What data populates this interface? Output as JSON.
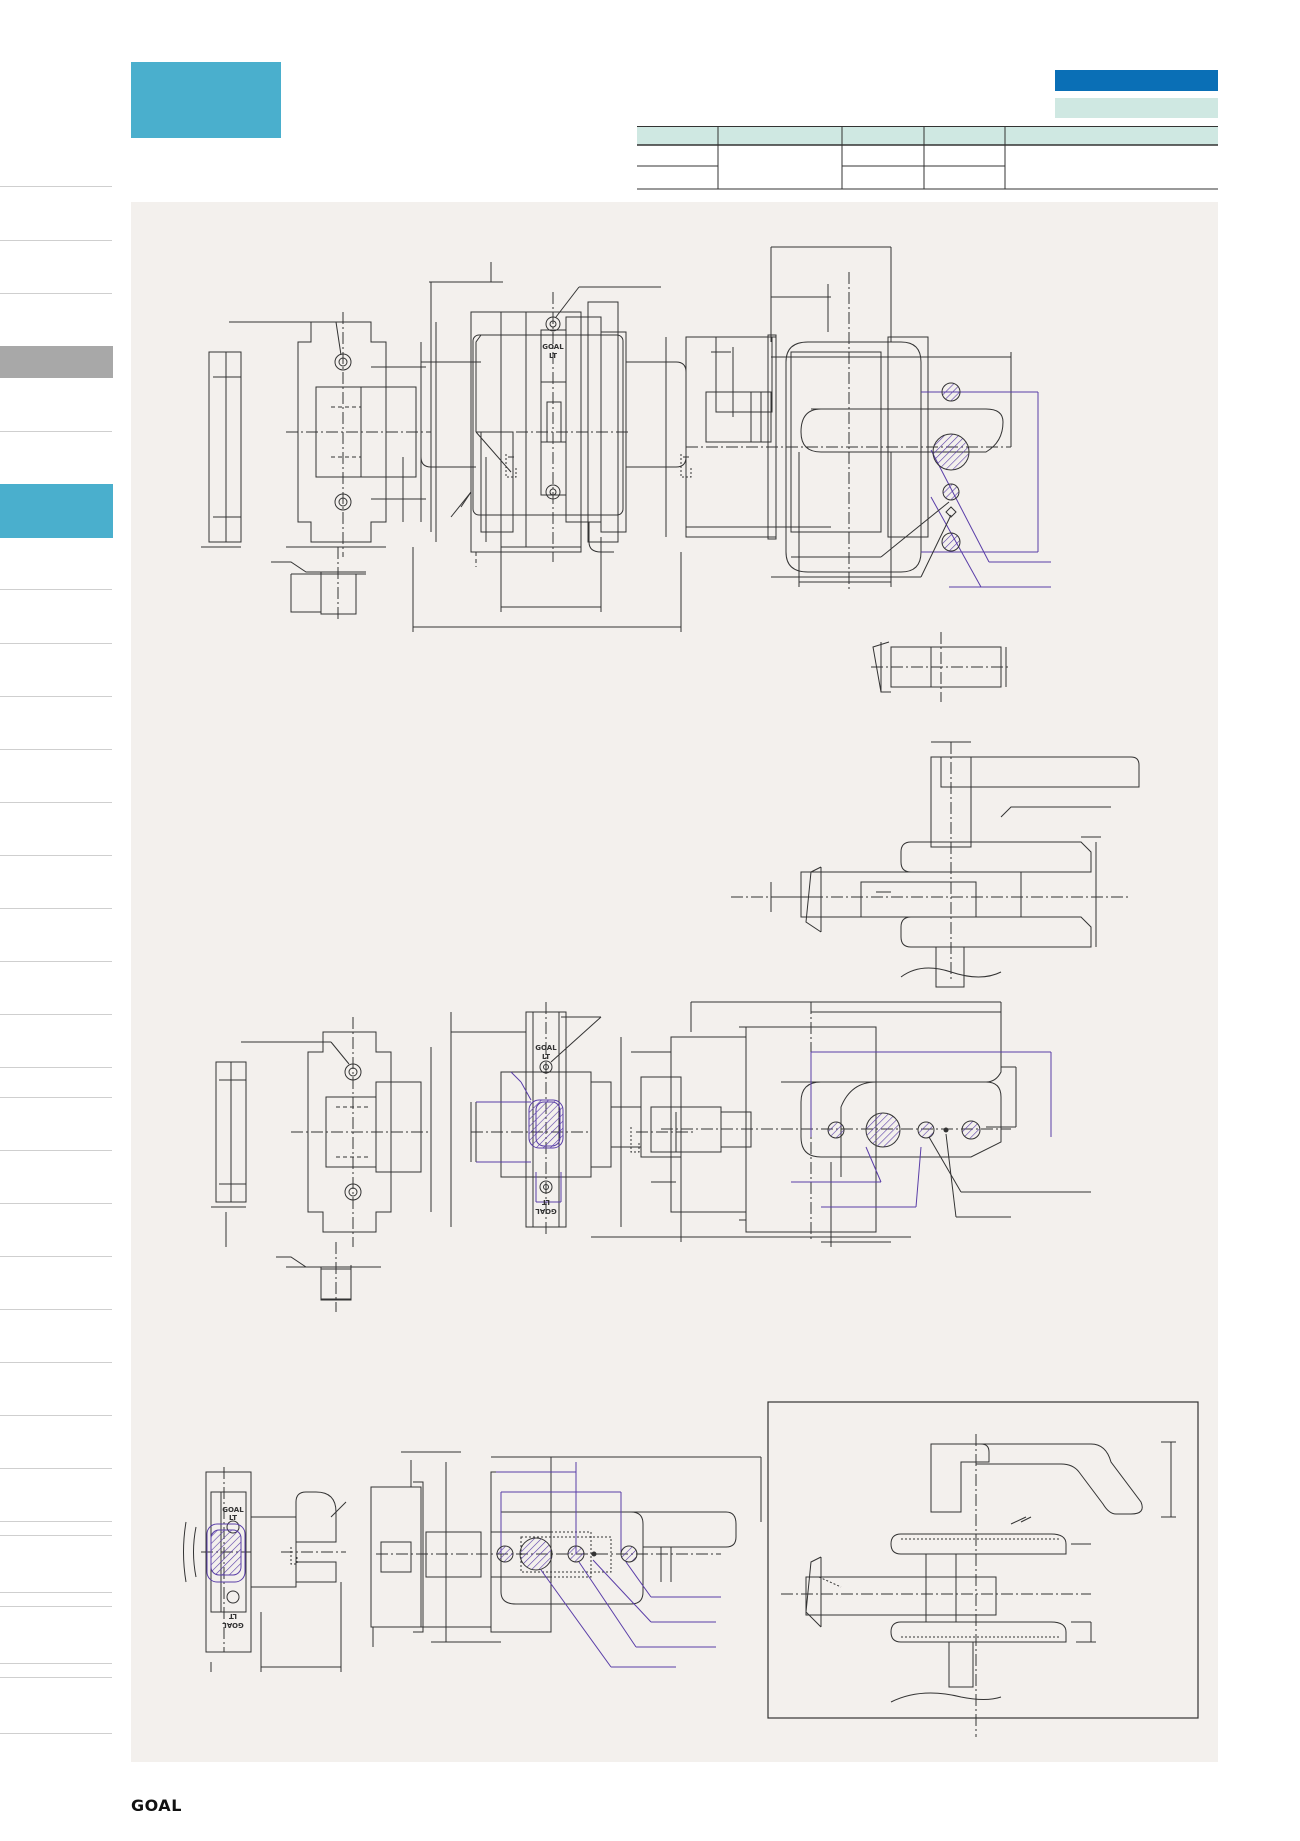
{
  "brand": {
    "logo_text": "GOAL"
  },
  "drawings": {
    "stamp_text": [
      "GOAL",
      "LT"
    ]
  },
  "colors": {
    "header_badge": "#4aafcd",
    "bar_blue": "#0a6fb6",
    "bar_mint": "#cfe8e2",
    "panel_bg": "#f3f0ed",
    "table_header": "#cfe8e2",
    "dimension_purple": "#5a3ea8",
    "line": "#333333"
  }
}
